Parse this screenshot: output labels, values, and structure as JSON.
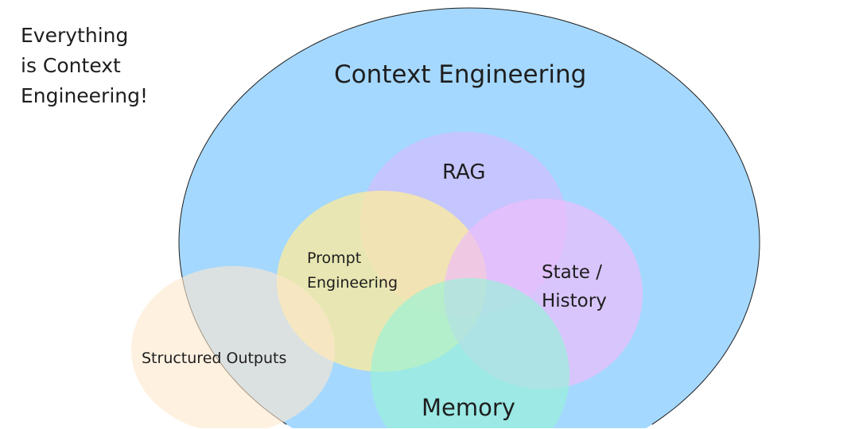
{
  "side_note": "Everything\nis Context\nEngineering!",
  "outer": {
    "label": "Context Engineering",
    "color": "#a5d8ff"
  },
  "circles": [
    {
      "label": "RAG",
      "color": "#d0bfff"
    },
    {
      "label": "Prompt\nEngineering",
      "color": "#ffec99"
    },
    {
      "label": "State /\nHistory",
      "color": "#eebefa"
    },
    {
      "label": "Memory",
      "color": "#96f2d7"
    },
    {
      "label": "Structured Outputs",
      "color": "#ffe8cc"
    }
  ]
}
